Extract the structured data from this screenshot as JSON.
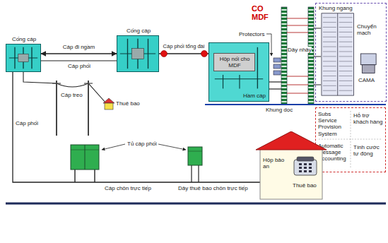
{
  "diagram": {
    "nodes": [
      {
        "text": [
          "Cống cáp"
        ]
      },
      {
        "text": [
          "Cống cáp"
        ]
      },
      {
        "text": [
          "Hầm cáp"
        ]
      },
      {
        "text": [
          "Hộp nối cho MDF"
        ],
        "in": 2
      },
      {
        "text": [
          "Khung ngang",
          "Chuyển mạch",
          "CAMA"
        ]
      },
      {
        "text": [
          "Subs Service Provision System",
          "Hỗ trợ khách hàng",
          "Automatic Message Accounting",
          "Tính cước tự động"
        ]
      },
      {
        "text": [
          "Hộp bảo an",
          "Thuê bao"
        ]
      }
    ],
    "edges": [
      {
        "from": 0,
        "to": 1,
        "arrow": "both",
        "label": "Cáp đi ngầm"
      },
      {
        "from": 1,
        "to": 2,
        "arrow": "none",
        "label": "Cáp phối tổng đài"
      }
    ],
    "labels": [
      "CO MDF",
      "Khung dọc",
      "Dây nhảy",
      "Protectors",
      "Cáp phối",
      "Cáp phối",
      "Cáp treo",
      "Thuê bao",
      "Tủ cáp phối",
      "Cáp chôn trực tiếp",
      "Dây thuê bao chôn trực tiếp"
    ]
  }
}
